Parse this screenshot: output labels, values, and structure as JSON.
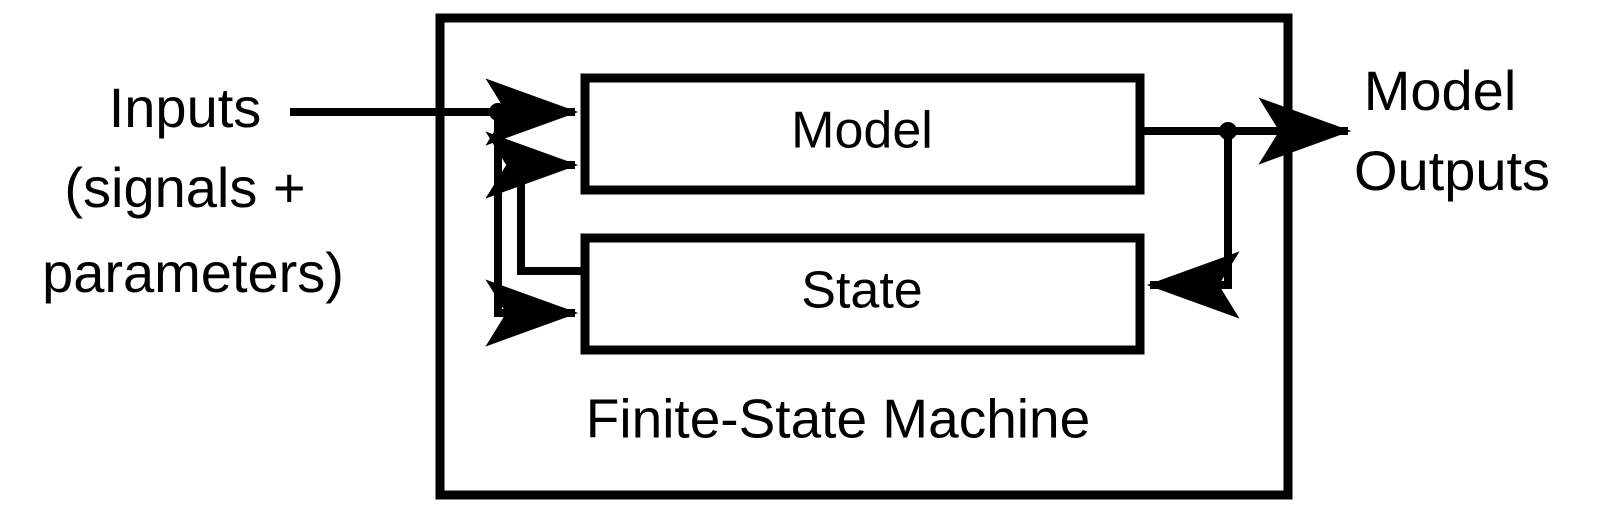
{
  "diagram": {
    "title": "Finite-State Machine block diagram",
    "stroke_color": "#000000",
    "background_color": "#ffffff",
    "outer_block": {
      "label": "Finite-State Machine"
    },
    "blocks": [
      {
        "id": "model",
        "label": "Model"
      },
      {
        "id": "state",
        "label": "State"
      }
    ],
    "input_label": {
      "line1": "Inputs",
      "line2": "(signals +",
      "line3": "parameters)"
    },
    "output_label": {
      "line1": "Model",
      "line2": "Outputs"
    },
    "connections": [
      {
        "id": "inputs-to-model",
        "from": "Inputs",
        "to": "Model",
        "arrow": true
      },
      {
        "id": "inputs-to-state",
        "from": "Inputs",
        "to": "State",
        "arrow": true
      },
      {
        "id": "state-to-model",
        "from": "State",
        "to": "Model",
        "arrow": true
      },
      {
        "id": "model-to-outputs",
        "from": "Model",
        "to": "Model Outputs",
        "arrow": true
      },
      {
        "id": "model-to-state",
        "from": "Model",
        "to": "State",
        "arrow": true
      }
    ]
  }
}
